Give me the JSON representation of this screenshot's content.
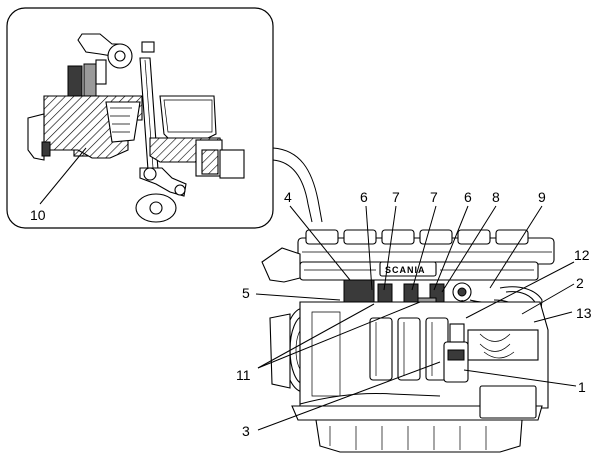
{
  "diagram": {
    "callouts": {
      "c1": "1",
      "c2": "2",
      "c3": "3",
      "c4": "4",
      "c5": "5",
      "c6a": "6",
      "c6b": "6",
      "c7a": "7",
      "c7b": "7",
      "c8": "8",
      "c9": "9",
      "c10": "10",
      "c11": "11",
      "c12": "12",
      "c13": "13"
    },
    "engine_brand": "SCANIA"
  }
}
